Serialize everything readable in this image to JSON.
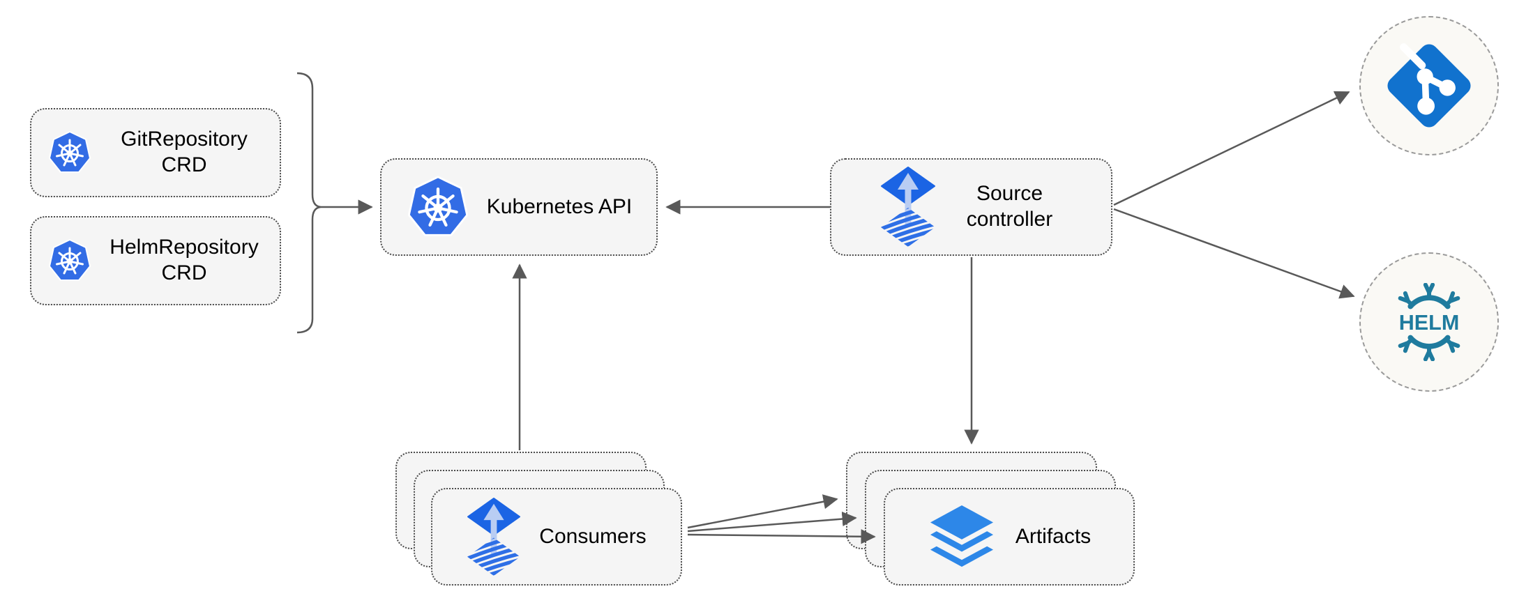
{
  "diagram": {
    "nodes": {
      "git_repository_crd": {
        "label": "GitRepository CRD",
        "icon": "kubernetes-icon"
      },
      "helm_repository_crd": {
        "label": "HelmRepository CRD",
        "icon": "kubernetes-icon"
      },
      "kubernetes_api": {
        "label": "Kubernetes API",
        "icon": "kubernetes-icon"
      },
      "source_controller": {
        "label": "Source controller",
        "icon": "flux-icon"
      },
      "consumers": {
        "label": "Consumers",
        "icon": "flux-icon",
        "stack_count": 3
      },
      "artifacts": {
        "label": "Artifacts",
        "icon": "layers-icon",
        "stack_count": 3
      },
      "git_remote": {
        "icon": "git-icon",
        "shape": "dashed-circle"
      },
      "helm_remote": {
        "icon": "helm-icon",
        "shape": "dashed-circle",
        "logo_text": "HELM"
      }
    },
    "edges": [
      {
        "from": "git_repository_crd + helm_repository_crd",
        "to": "kubernetes_api",
        "via": "curly-brace",
        "arrow": "end"
      },
      {
        "from": "source_controller",
        "to": "kubernetes_api",
        "arrow": "end"
      },
      {
        "from": "consumers",
        "to": "kubernetes_api",
        "arrow": "end"
      },
      {
        "from": "source_controller",
        "to": "artifacts",
        "arrow": "end"
      },
      {
        "from": "source_controller",
        "to": "git_remote",
        "arrow": "end"
      },
      {
        "from": "source_controller",
        "to": "helm_remote",
        "arrow": "end"
      },
      {
        "from": "consumers",
        "to": "artifacts",
        "arrow": "end",
        "count": 3
      }
    ],
    "colors": {
      "kubernetes_blue": "#326ce5",
      "flux_blue": "#1b64e4",
      "flux_arrow_light": "#b9cdf3",
      "git_blue": "#1172ce",
      "helm_teal": "#1f7b9e",
      "layers_blue": "#2d87e8",
      "node_fill": "#f5f5f5",
      "node_border": "#4a4a4a",
      "circle_fill": "#faf9f5",
      "circle_border": "#9a9a9a",
      "edge_gray": "#595959",
      "label_color": "#000000"
    }
  }
}
